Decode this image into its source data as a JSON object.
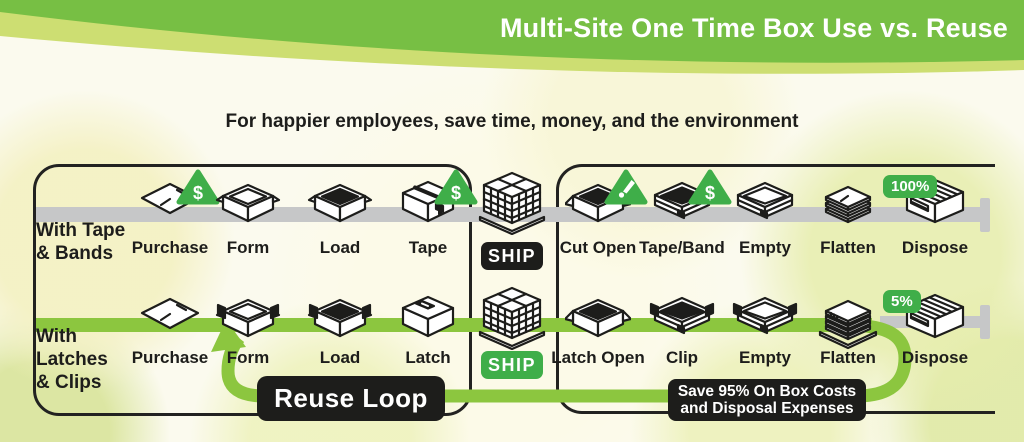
{
  "title": "Multi-Site One Time Box Use vs. Reuse",
  "subtitle": "For happier employees, save time, money, and the environment",
  "colors": {
    "banner_green": "#77bf44",
    "banner_stripe": "#cdde72",
    "flow_gray": "#c6c7c8",
    "flow_green": "#8cc63f",
    "accent_green": "#3fae49",
    "badge_black": "#1d1d1b"
  },
  "glyphs": {
    "dollar": "$"
  },
  "rows": [
    {
      "id": "tape-bands",
      "side_label_lines": [
        "With Tape",
        "& Bands"
      ],
      "ship_variant": "black",
      "steps": [
        {
          "label": "Purchase",
          "icon": "flat-box",
          "triangle": "dollar"
        },
        {
          "label": "Form",
          "icon": "open-box"
        },
        {
          "label": "Load",
          "icon": "loaded-box"
        },
        {
          "label": "Tape",
          "icon": "taped-box",
          "triangle": "dollar"
        },
        {
          "label": "SHIP",
          "icon": "pallet",
          "is_ship": true
        },
        {
          "label": "Cut Open",
          "icon": "cut-open-box",
          "triangle": "knife"
        },
        {
          "label": "Tape/Band",
          "icon": "tape-band-box",
          "triangle": "dollar"
        },
        {
          "label": "Empty",
          "icon": "empty-box"
        },
        {
          "label": "Flatten",
          "icon": "flat-stack"
        },
        {
          "label": "Dispose",
          "icon": "dumpster",
          "badge": "100%"
        }
      ]
    },
    {
      "id": "latches-clips",
      "side_label_lines": [
        "With",
        "Latches",
        "& Clips"
      ],
      "ship_variant": "green",
      "steps": [
        {
          "label": "Purchase",
          "icon": "flat-box"
        },
        {
          "label": "Form",
          "icon": "latch-form-box"
        },
        {
          "label": "Load",
          "icon": "latch-load-box"
        },
        {
          "label": "Latch",
          "icon": "latched-box"
        },
        {
          "label": "SHIP",
          "icon": "pallet",
          "is_ship": true
        },
        {
          "label": "Latch Open",
          "icon": "latch-open-box"
        },
        {
          "label": "Clip",
          "icon": "clip-box"
        },
        {
          "label": "Empty",
          "icon": "empty-clip-box"
        },
        {
          "label": "Flatten",
          "icon": "flat-stack-pallet"
        },
        {
          "label": "Dispose",
          "icon": "dumpster",
          "badge": "5%"
        }
      ]
    }
  ],
  "annotations": {
    "reuse_loop": "Reuse Loop",
    "save_badge_line1": "Save 95% On Box Costs",
    "save_badge_line2": "and Disposal Expenses"
  }
}
